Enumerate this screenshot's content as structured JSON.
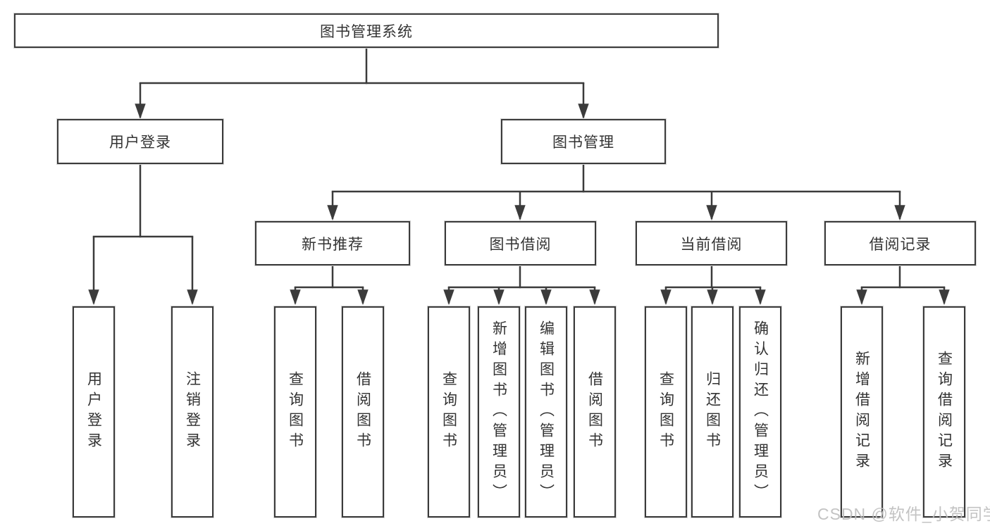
{
  "colors": {
    "line": "#3b3b3b",
    "text": "#333333",
    "box_fill": "#ffffff",
    "watermark": "#bebebe"
  },
  "tree": {
    "root": {
      "label": "图书管理系统",
      "children": [
        {
          "label": "用户登录",
          "children": [
            {
              "label": "用户登录"
            },
            {
              "label": "注销登录"
            }
          ]
        },
        {
          "label": "图书管理",
          "children": [
            {
              "label": "新书推荐",
              "children": [
                {
                  "label": "查询图书"
                },
                {
                  "label": "借阅图书"
                }
              ]
            },
            {
              "label": "图书借阅",
              "children": [
                {
                  "label": "查询图书"
                },
                {
                  "label": "新增图书（管理员）"
                },
                {
                  "label": "编辑图书（管理员）"
                },
                {
                  "label": "借阅图书"
                }
              ]
            },
            {
              "label": "当前借阅",
              "children": [
                {
                  "label": "查询图书"
                },
                {
                  "label": "归还图书"
                },
                {
                  "label": "确认归还（管理员）"
                }
              ]
            },
            {
              "label": "借阅记录",
              "children": [
                {
                  "label": "新增借阅记录"
                },
                {
                  "label": "查询借阅记录"
                }
              ]
            }
          ]
        }
      ]
    }
  },
  "watermark": {
    "text": "CSDN @软件_小贺同学"
  }
}
